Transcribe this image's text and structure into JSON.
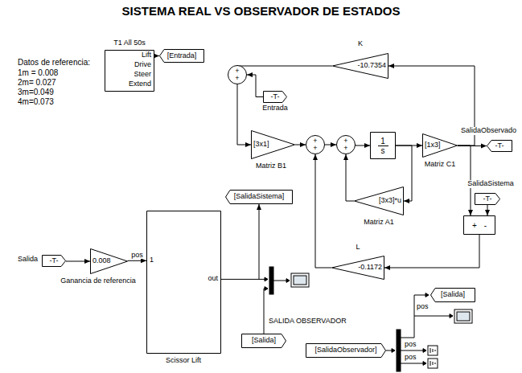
{
  "diagram": {
    "title": "SISTEMA REAL VS OBSERVADOR DE ESTADOS",
    "nodes": [
      {
        "text": [
          "T1 All 50s",
          "Lift",
          "Drive",
          "Steer",
          "Extend"
        ]
      },
      {
        "text": [
          "[Entrada]"
        ]
      },
      {
        "text": [
          "K",
          "-10.7354"
        ]
      },
      {
        "text": [
          "+",
          "+"
        ]
      },
      {
        "text": [
          "-T-",
          "Entrada"
        ]
      },
      {
        "text": [
          "[3x1]",
          "Matriz B1"
        ]
      },
      {
        "text": [
          "+",
          "+"
        ]
      },
      {
        "text": [
          "+",
          "+"
        ]
      },
      {
        "text": [
          "1",
          "s"
        ]
      },
      {
        "text": [
          "[1x3]",
          "Matriz C1"
        ]
      },
      {
        "text": [
          "-T-",
          "SalidaObservado"
        ]
      },
      {
        "text": [
          "[3x3]*u",
          "Matriz A1"
        ]
      },
      {
        "text": [
          "-T-",
          "SalidaSistema"
        ]
      },
      {
        "text": [
          "+",
          "-"
        ]
      },
      {
        "text": [
          "L",
          "-0.1172"
        ]
      },
      {
        "text": [
          "[SalidaSistema]"
        ]
      },
      {
        "text": [
          "Salida",
          "-T-"
        ]
      },
      {
        "text": [
          "0.008",
          "Ganancia de referencia"
        ]
      },
      {
        "text": [
          "1",
          "out",
          "Scissor Lift"
        ]
      },
      {
        "text": [
          "[Salida]"
        ]
      },
      {
        "text": [
          "[SalidaObservador]"
        ]
      },
      {
        "text": [
          "[Salida]"
        ]
      }
    ],
    "edges": [
      {
        "from": 0,
        "to": 1,
        "arrow": "to"
      },
      {
        "from": 2,
        "to": 3,
        "arrow": "to"
      },
      {
        "from": 4,
        "to": 3,
        "arrow": "to"
      },
      {
        "from": 3,
        "to": 5,
        "arrow": "to"
      },
      {
        "from": 5,
        "to": 6,
        "arrow": "to"
      },
      {
        "from": 6,
        "to": 7,
        "arrow": "to"
      },
      {
        "from": 7,
        "to": 8,
        "arrow": "to"
      },
      {
        "from": 8,
        "to": 9,
        "arrow": "to"
      },
      {
        "from": 9,
        "to": 10,
        "arrow": "to"
      },
      {
        "from": 8,
        "to": 11,
        "arrow": "to"
      },
      {
        "from": 11,
        "to": 7,
        "arrow": "to"
      },
      {
        "from": 9,
        "to": 2,
        "arrow": "to"
      },
      {
        "from": 9,
        "to": 13,
        "arrow": "to"
      },
      {
        "from": 12,
        "to": 13,
        "arrow": "to"
      },
      {
        "from": 13,
        "to": 14,
        "arrow": "to"
      },
      {
        "from": 14,
        "to": 6,
        "arrow": "to"
      },
      {
        "from": 16,
        "to": 17,
        "arrow": "to"
      },
      {
        "from": 17,
        "to": 18,
        "label": "pos",
        "arrow": "to"
      },
      {
        "from": 18,
        "to": 15,
        "arrow": "to"
      }
    ],
    "labels": [
      "Datos de referencia:",
      "1m = 0.008",
      "2m= 0.027",
      "3m=0.049",
      "4m=0.073",
      "SALIDA OBSERVADOR",
      "pos",
      "pos",
      "pos"
    ]
  }
}
